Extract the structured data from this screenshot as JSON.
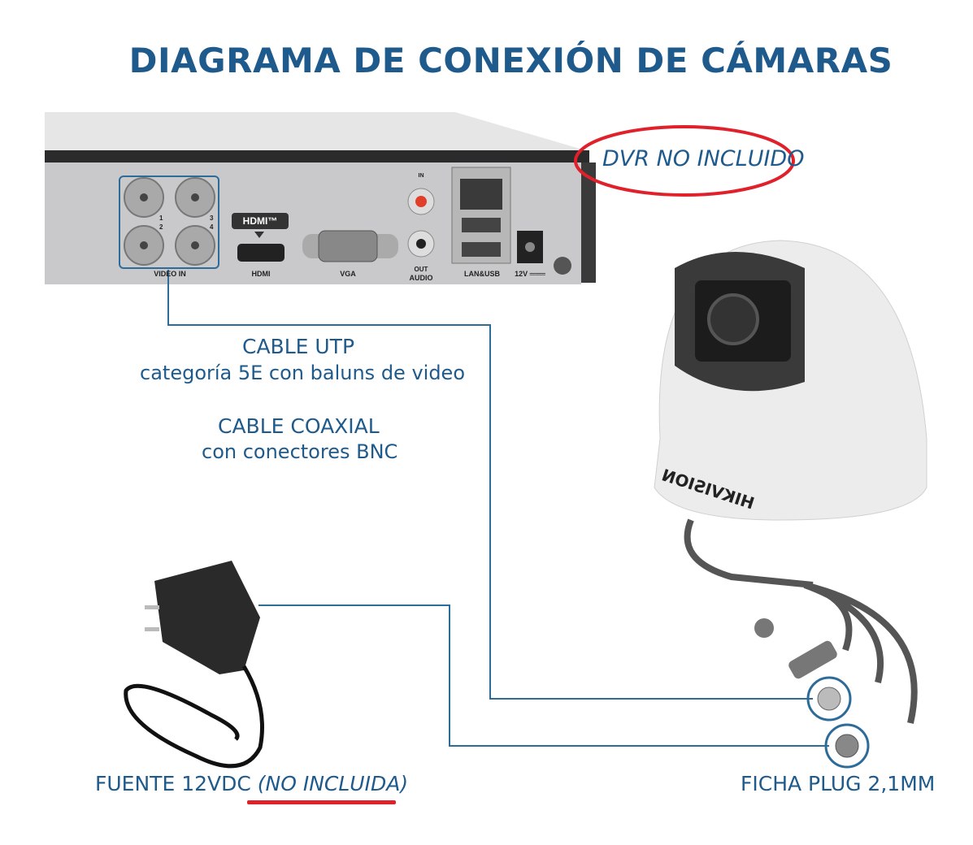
{
  "title": "DIAGRAMA DE CONEXIÓN DE CÁMARAS",
  "dvr": {
    "note": "DVR NO INCLUIDO",
    "ports": {
      "video_in": "VIDEO IN",
      "hdmi_logo": "HDMI™",
      "hdmi": "HDMI",
      "vga": "VGA",
      "audio_in": "IN",
      "audio_out": "OUT",
      "audio": "AUDIO",
      "lan_usb": "LAN&USB",
      "power": "12V ═══",
      "channels": [
        "1",
        "2",
        "3",
        "4"
      ]
    }
  },
  "cables": {
    "utp_title": "CABLE UTP",
    "utp_sub": "categoría 5E con baluns de video",
    "coax_title": "CABLE COAXIAL",
    "coax_sub": "con conectores BNC"
  },
  "camera": {
    "brand": "HIKVISION"
  },
  "power_supply": {
    "label": "FUENTE 12VDC",
    "note": "(NO INCLUIDA)"
  },
  "plug": {
    "label": "FICHA PLUG 2,1MM"
  },
  "colors": {
    "blue": "#1f5a8c",
    "red": "#e0202a",
    "line": "#2d6b99"
  }
}
